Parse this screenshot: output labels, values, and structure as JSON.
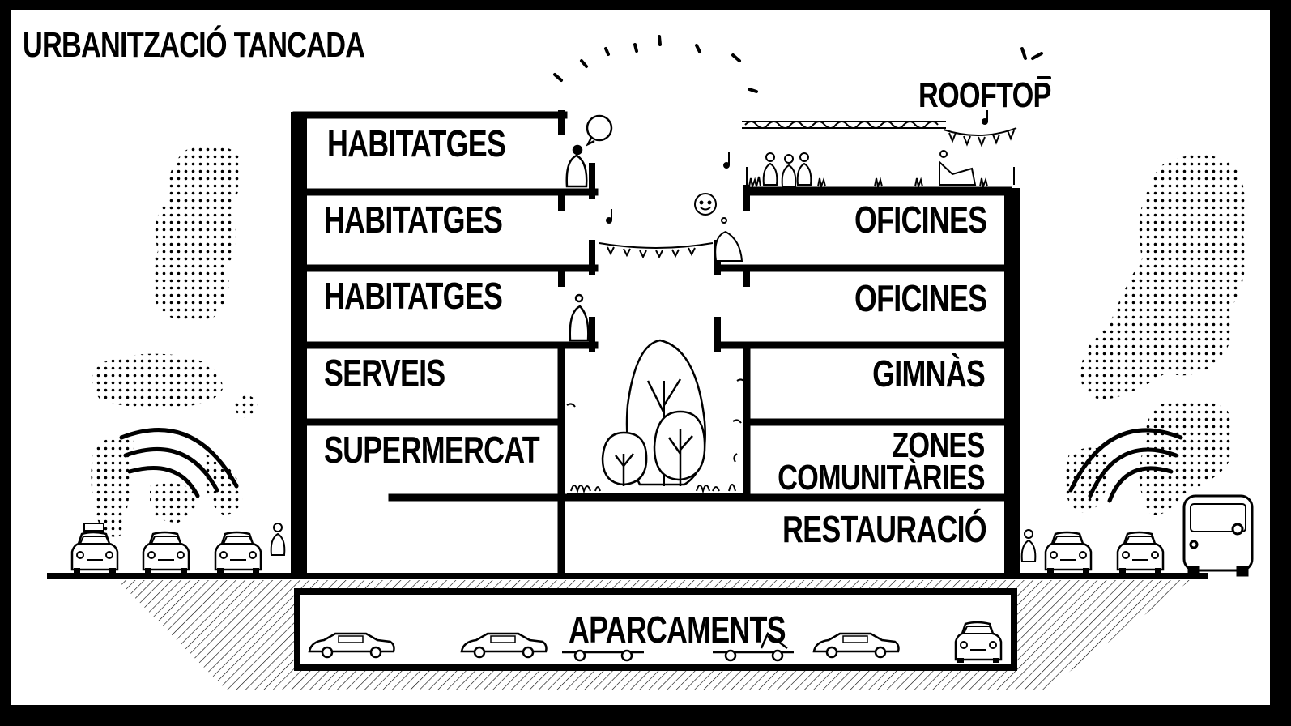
{
  "title": "URBANITZACIÓ TANCADA",
  "rooftop_label": "ROOFTOP",
  "left_floors": [
    "HABITATGES",
    "HABITATGES",
    "HABITATGES",
    "SERVEIS",
    "SUPERMERCAT"
  ],
  "right_floors": [
    "OFICINES",
    "OFICINES",
    "GIMNÀS"
  ],
  "zones_line1": "ZONES",
  "zones_line2": "COMUNITÀRIES",
  "restauracio": "RESTAURACIÓ",
  "parking": "APARCAMENTS",
  "colors": {
    "ink": "#000000",
    "paper": "#ffffff"
  },
  "icons": [
    "car-icon",
    "taxi-icon",
    "bus-icon",
    "person-icon",
    "tree-icon",
    "speech-bubble-icon",
    "music-note-icon",
    "sound-wave-icon",
    "bunting-icon"
  ]
}
